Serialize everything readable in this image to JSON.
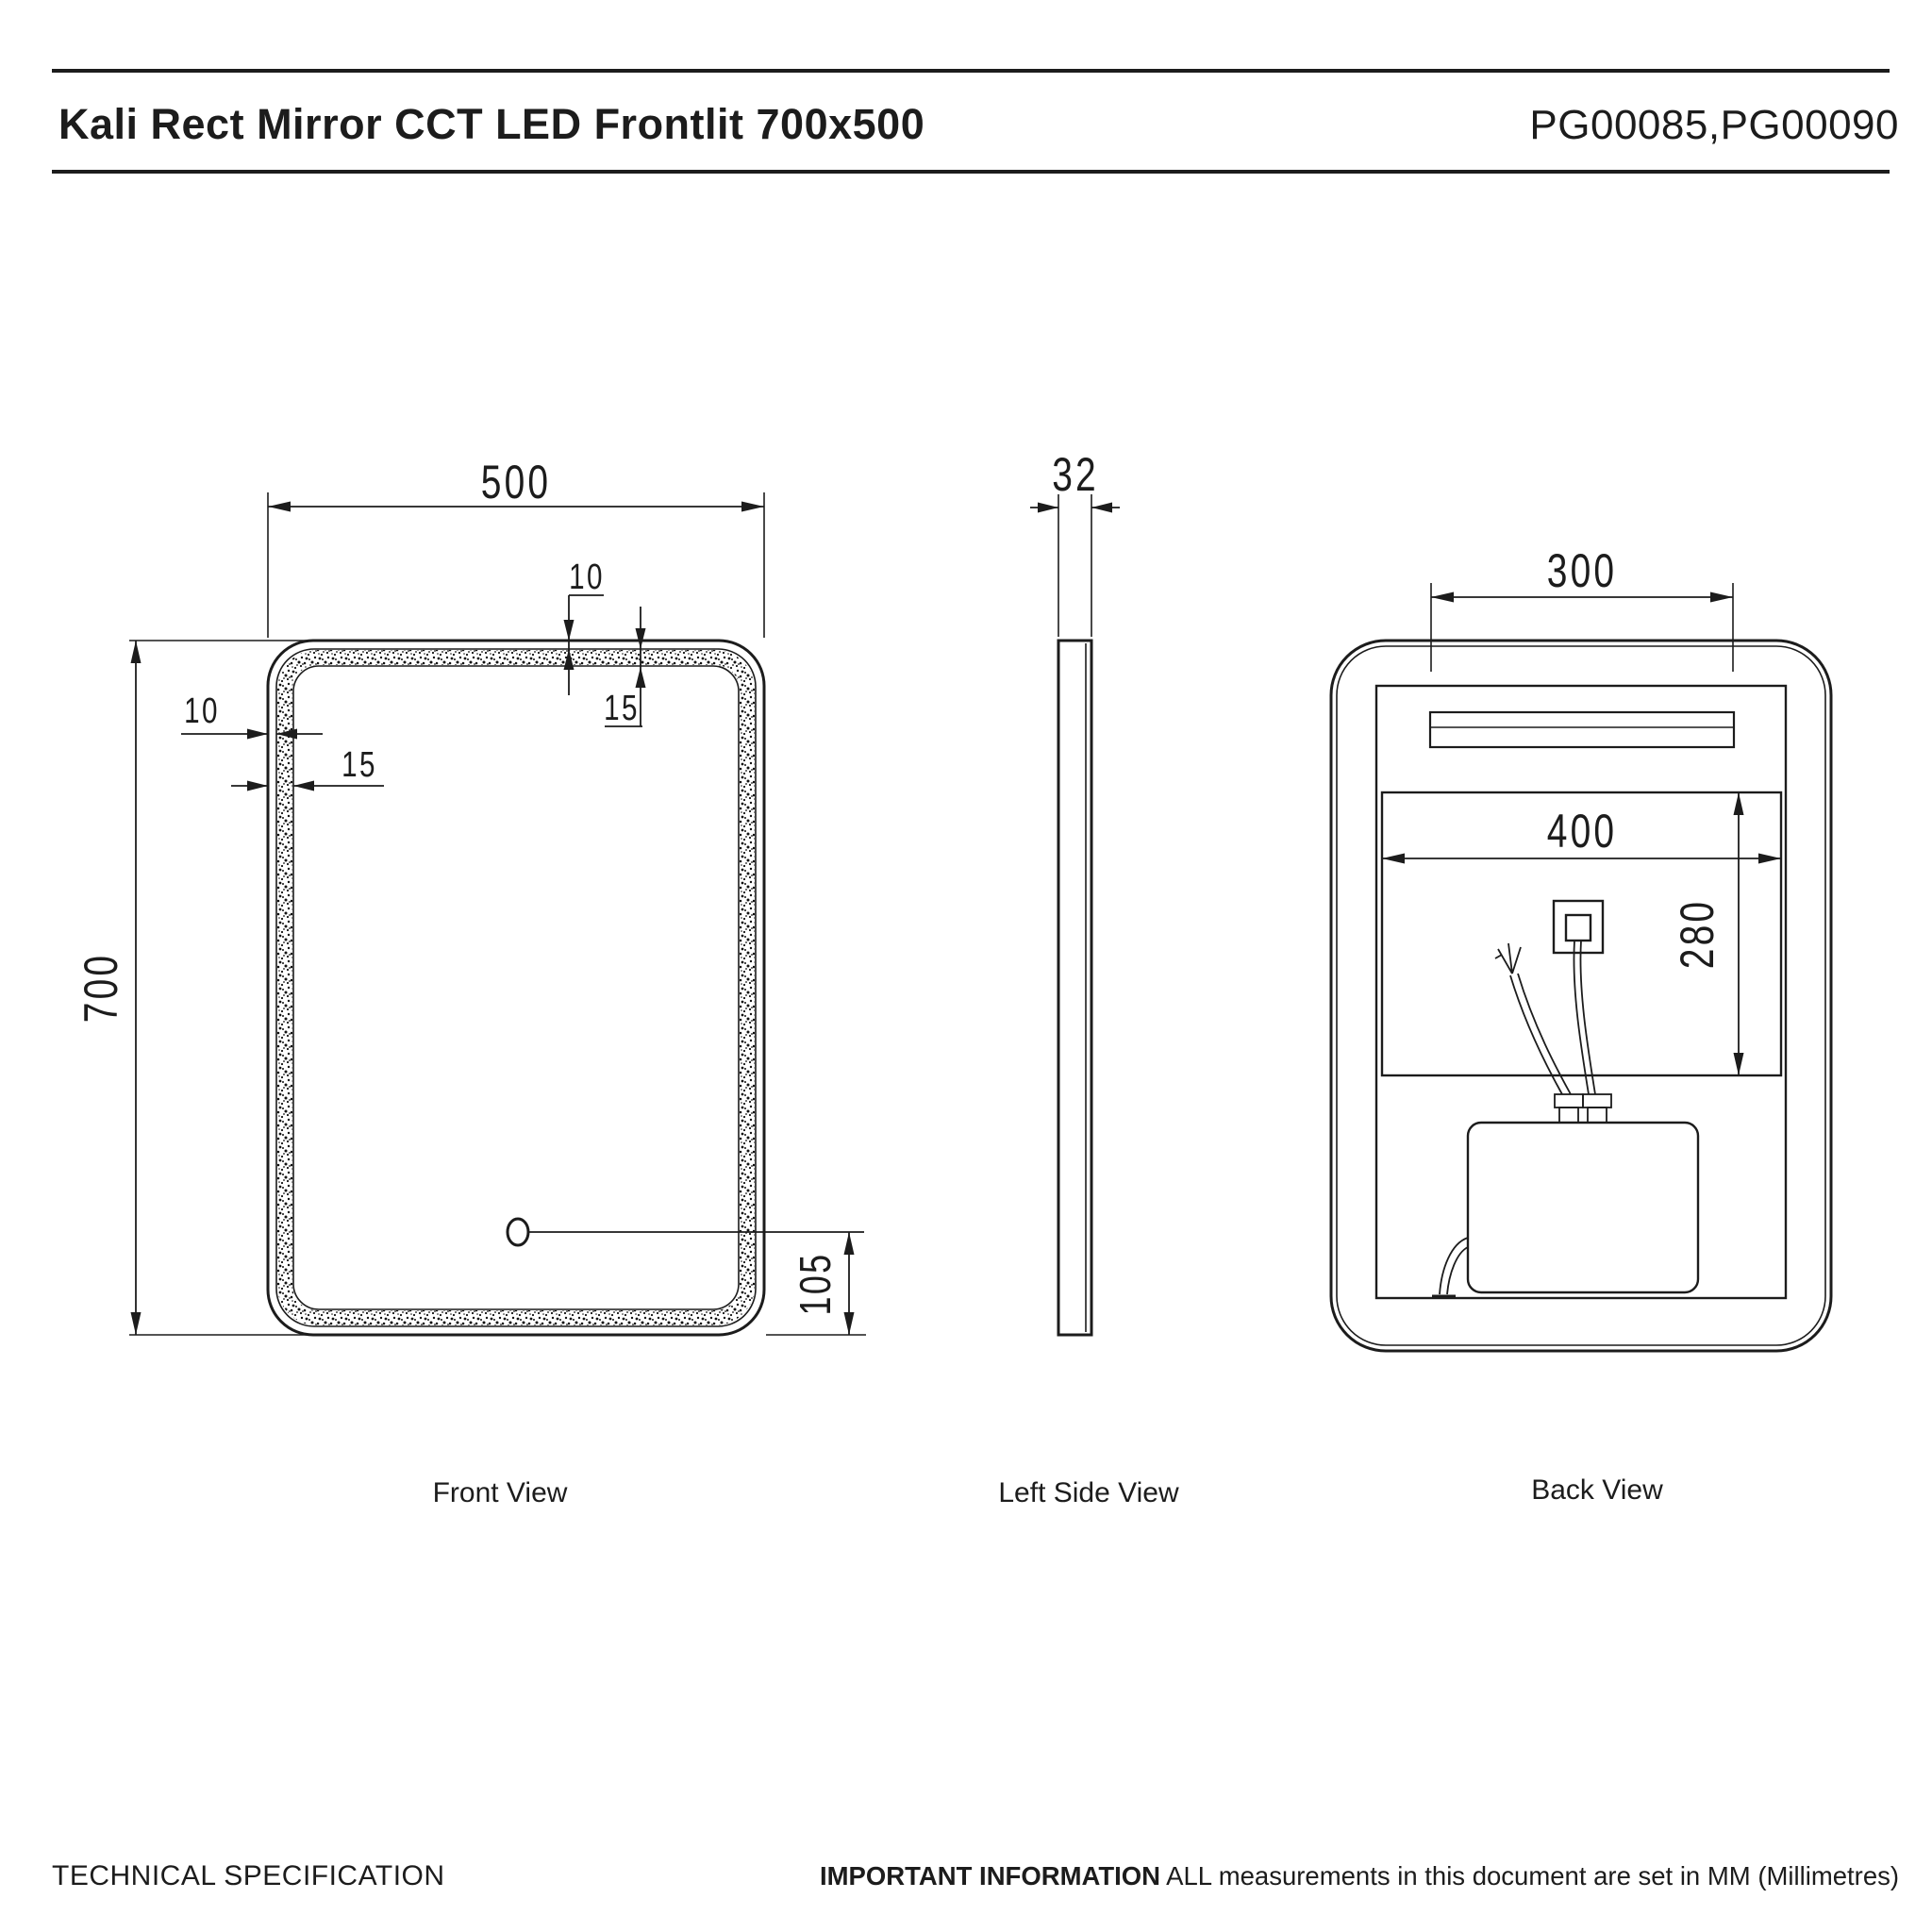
{
  "header": {
    "title": "Kali Rect Mirror CCT LED Frontlit 700x500",
    "product_codes": "PG00085,PG00090"
  },
  "views": {
    "front": {
      "label": "Front View",
      "dim_width": "500",
      "dim_height": "700",
      "dim_edge_gap_top": "10",
      "dim_led_width_top": "15",
      "dim_edge_gap_left": "10",
      "dim_led_width_left": "15",
      "dim_sensor_offset": "105"
    },
    "side": {
      "label": "Left Side View",
      "dim_depth": "32"
    },
    "back": {
      "label": "Back View",
      "dim_bracket_width": "300",
      "dim_cutout_width": "400",
      "dim_cutout_height": "280"
    }
  },
  "footer": {
    "section_label": "TECHNICAL SPECIFICATION",
    "notice_bold": "IMPORTANT INFORMATION",
    "notice_text": " ALL measurements in this document are set in MM (Millimetres)"
  }
}
